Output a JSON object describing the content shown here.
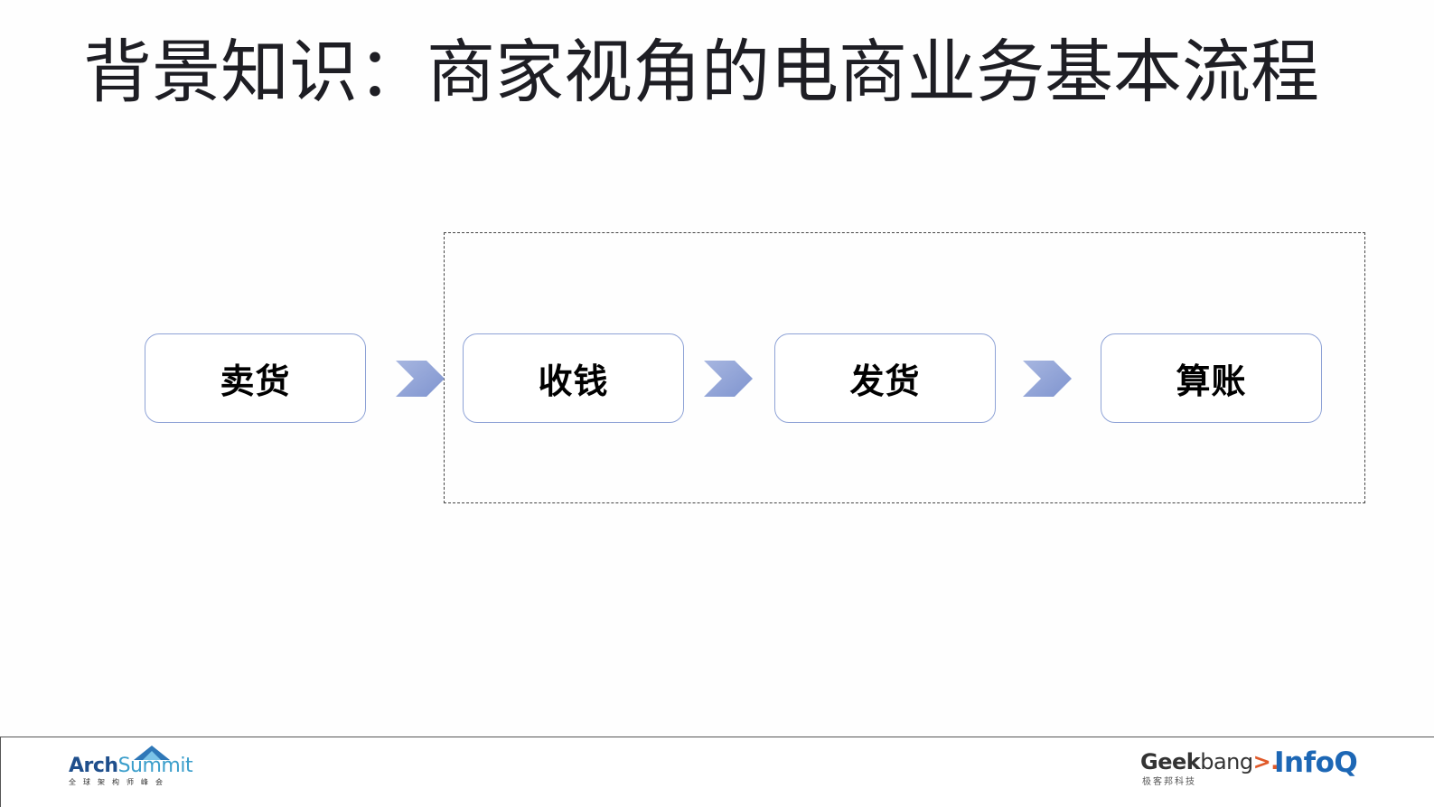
{
  "slide": {
    "title": "背景知识：商家视角的电商业务基本流程"
  },
  "flow": {
    "steps": [
      {
        "label": "卖货"
      },
      {
        "label": "收钱"
      },
      {
        "label": "发货"
      },
      {
        "label": "算账"
      }
    ],
    "arrow_color": "#8ea2d6",
    "box_border_color": "#8ea2d6"
  },
  "footer": {
    "archsummit": {
      "brand_a": "Arch",
      "brand_b": "Summit",
      "tagline": "全球架构师峰会"
    },
    "geekbang": {
      "brand_a": "Geek",
      "brand_b": "bang",
      "arrow": ">.",
      "tagline": "极客邦科技"
    },
    "infoq": {
      "brand": "InfoQ"
    }
  }
}
